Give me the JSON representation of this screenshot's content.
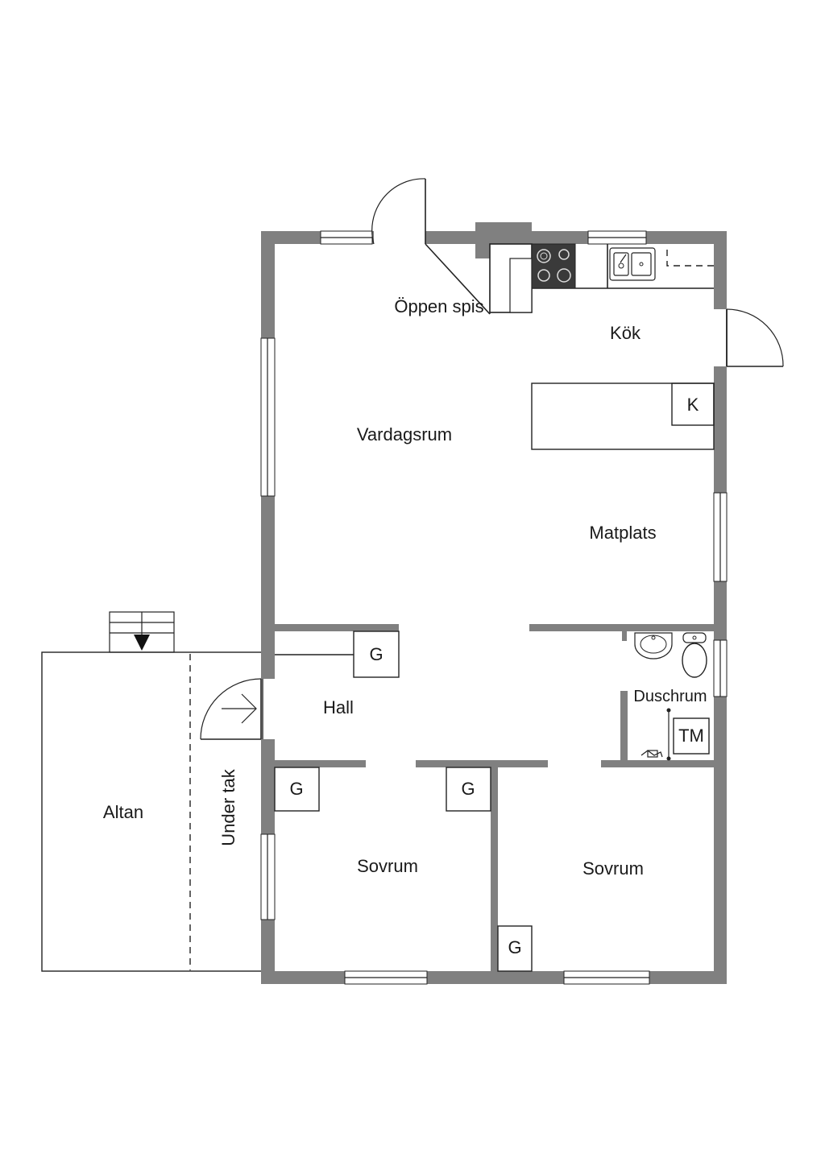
{
  "rooms": {
    "oppen_spis": "Öppen spis",
    "kok": "Kök",
    "vardagsrum": "Vardagsrum",
    "matplats": "Matplats",
    "hall": "Hall",
    "duschrum": "Duschrum",
    "altan": "Altan",
    "under_tak": "Under tak",
    "sovrum_left": "Sovrum",
    "sovrum_right": "Sovrum"
  },
  "fixtures": {
    "fridge": "K",
    "wardrobe_hall": "G",
    "wardrobe_bed1_a": "G",
    "wardrobe_bed1_b": "G",
    "wardrobe_bed2": "G",
    "washer": "TM"
  },
  "colors": {
    "wall": "#808080",
    "line": "#222222",
    "background": "#ffffff"
  }
}
